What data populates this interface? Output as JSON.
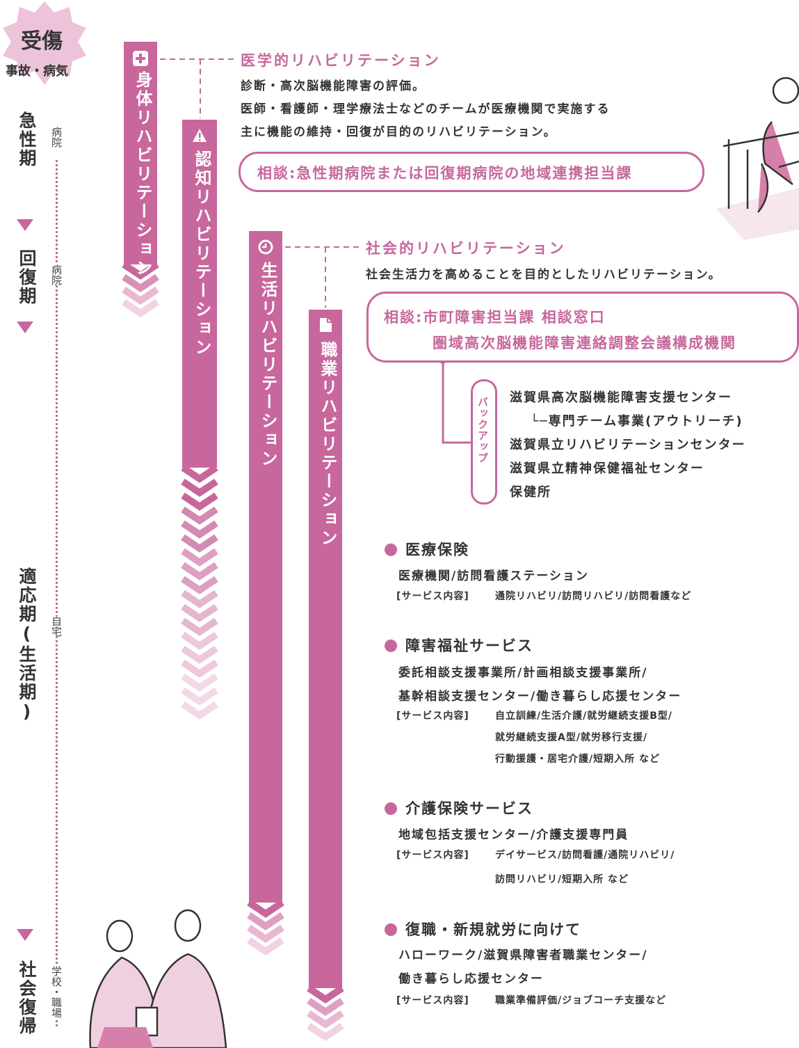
{
  "badge": {
    "title": "受傷",
    "subtitle": "事故・病気"
  },
  "stages": [
    {
      "label": "急性期",
      "place": "病院"
    },
    {
      "label": "回復期",
      "place": "病院"
    },
    {
      "label": "適応期(生活期)",
      "place": "自宅"
    },
    {
      "label": "社会復帰",
      "place": "学校・職場"
    }
  ],
  "bars": {
    "physical": {
      "label": "身体リハビリテーション",
      "icon": "plus-icon"
    },
    "cognitive": {
      "label": "認知リハビリテーション",
      "icon": "warning-icon"
    },
    "daily": {
      "label": "生活リハビリテーション",
      "icon": "clock-icon"
    },
    "vocational": {
      "label": "職業リハビリテーション",
      "icon": "document-icon"
    }
  },
  "medical": {
    "heading": "医学的リハビリテーション",
    "lines": [
      "診断・高次脳機能障害の評価。",
      "医師・看護師・理学療法士などのチームが医療機関で実施する",
      "主に機能の維持・回復が目的のリハビリテーション。"
    ],
    "consult": "相談:急性期病院または回復期病院の地域連携担当課"
  },
  "social": {
    "heading": "社会的リハビリテーション",
    "line": "社会生活力を高めることを目的としたリハビリテーション。",
    "consult_line1": "相談:市町障害担当課 相談窓口",
    "consult_line2": "圏域高次脳機能障害連絡調整会議構成機関"
  },
  "backup": {
    "label": "バックアップ",
    "items": [
      "滋賀県高次脳機能障害支援センター",
      "└─専門チーム事業(アウトリーチ)",
      "滋賀県立リハビリテーションセンター",
      "滋賀県立精神保健福祉センター",
      "保健所"
    ]
  },
  "sections": [
    {
      "title": "医療保険",
      "lines": [
        "医療機関/訪問看護ステーション"
      ],
      "service_label": "[サービス内容]",
      "services": [
        "通院リハビリ/訪問リハビリ/訪問看護など"
      ]
    },
    {
      "title": "障害福祉サービス",
      "lines": [
        "委託相談支援事業所/計画相談支援事業所/",
        "基幹相談支援センター/働き暮らし応援センター"
      ],
      "service_label": "[サービス内容]",
      "services": [
        "自立訓練/生活介護/就労継続支援B型/",
        "就労継続支援A型/就労移行支援/",
        "行動援護・居宅介護/短期入所 など"
      ]
    },
    {
      "title": "介護保険サービス",
      "lines": [
        "地域包括支援センター/介護支援専門員"
      ],
      "service_label": "[サービス内容]",
      "services": [
        "デイサービス/訪問看護/通院リハビリ/",
        "訪問リハビリ/短期入所 など"
      ]
    },
    {
      "title": "復職・新規就労に向けて",
      "lines": [
        "ハローワーク/滋賀県障害者職業センター/",
        "働き暮らし応援センター"
      ],
      "service_label": "[サービス内容]",
      "services": [
        "職業準備評価/ジョブコーチ支援など"
      ]
    }
  ],
  "colors": {
    "accent": "#c7679c",
    "light": "#e8b8d2",
    "badge": "#ecc3d9"
  }
}
